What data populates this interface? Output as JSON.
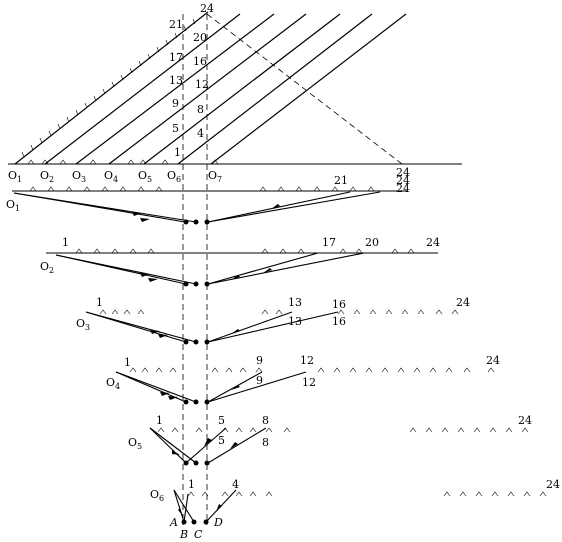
{
  "top": {
    "apex_label": "24",
    "left_numbers": [
      "21",
      "17",
      "13",
      "9",
      "5",
      "1"
    ],
    "right_numbers": [
      "20",
      "16",
      "12",
      "8",
      "4"
    ],
    "base_right_label": "24",
    "origins": [
      {
        "main": "O",
        "sub": "1"
      },
      {
        "main": "O",
        "sub": "2"
      },
      {
        "main": "O",
        "sub": "3"
      },
      {
        "main": "O",
        "sub": "4"
      },
      {
        "main": "O",
        "sub": "5"
      },
      {
        "main": "O",
        "sub": "6"
      },
      {
        "main": "O",
        "sub": "7"
      }
    ]
  },
  "rows": [
    {
      "origin": {
        "main": "O",
        "sub": "1"
      },
      "labels": [
        "21",
        "24",
        "24"
      ]
    },
    {
      "origin": {
        "main": "O",
        "sub": "2"
      },
      "labels": [
        "1",
        "17",
        "20",
        "24"
      ]
    },
    {
      "origin": {
        "main": "O",
        "sub": "3"
      },
      "labels": [
        "1",
        "13",
        "16",
        "24",
        "13",
        "16"
      ]
    },
    {
      "origin": {
        "main": "O",
        "sub": "4"
      },
      "labels": [
        "1",
        "9",
        "12",
        "24",
        "9",
        "12"
      ]
    },
    {
      "origin": {
        "main": "O",
        "sub": "5"
      },
      "labels": [
        "1",
        "5",
        "8",
        "24",
        "5",
        "8"
      ]
    },
    {
      "origin": {
        "main": "O",
        "sub": "6"
      },
      "labels": [
        "1",
        "4",
        "24"
      ]
    }
  ],
  "bottom_points": [
    "A",
    "B",
    "C",
    "D"
  ]
}
